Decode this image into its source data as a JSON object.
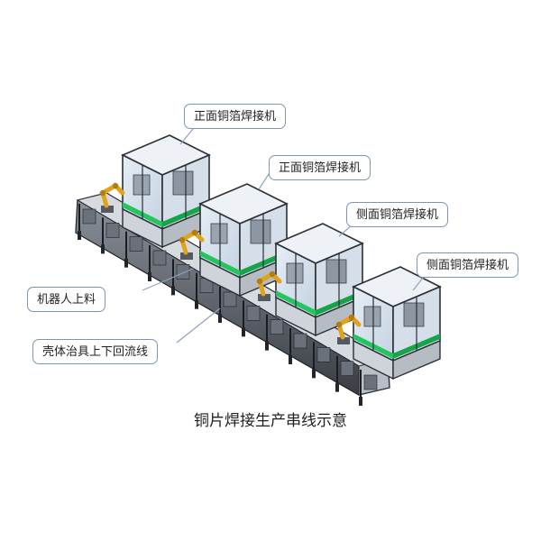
{
  "labels": {
    "machine_1": "正面铜箔焊接机",
    "machine_2": "正面铜箔焊接机",
    "machine_3": "侧面铜箔焊接机",
    "machine_4": "侧面铜箔焊接机",
    "robot": "机器人上料",
    "return_line": "壳体治具上下回流线"
  },
  "caption": "铜片焊接生产串线示意",
  "colors": {
    "callout_border": "#7f93b4",
    "leader_line": "#8fa3c2",
    "frame": "#2c2f36",
    "panel": "#dfe4ea",
    "glass": "#cfdbe8",
    "green_strip": "#22c55e",
    "robot": "#e0a31d",
    "base": "#3a3d44"
  }
}
